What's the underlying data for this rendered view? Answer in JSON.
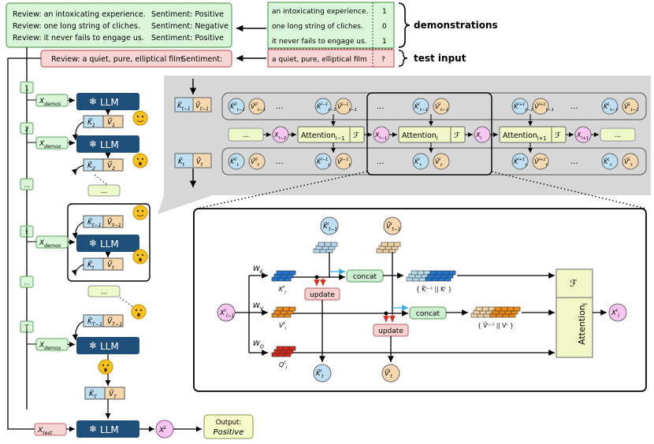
{
  "demos": {
    "lines": [
      {
        "review": "Review: an intoxicating experience.",
        "sentiment": "Sentiment: Positive"
      },
      {
        "review": "Review: one long string of cliches.",
        "sentiment": "Sentiment: Negative"
      },
      {
        "review": "Review: it never fails to engage us.",
        "sentiment": "Sentiment: Positive"
      }
    ],
    "table_rows": [
      {
        "text": "an intoxicating experience.",
        "label": "1"
      },
      {
        "text": "one long string of cliches.",
        "label": "0"
      },
      {
        "text": "it never fails to engage us.",
        "label": "1"
      }
    ],
    "brace_label": "demonstrations"
  },
  "test": {
    "line_review": "Review: a quiet, pure, elliptical film",
    "line_sentiment": "Sentiment:",
    "table_text": "a quiet, pure, elliptical film",
    "table_label": "?",
    "brace_label": "test input"
  },
  "left_chain": {
    "step_labels": [
      "1",
      "2",
      "...",
      "t",
      "...",
      "T"
    ],
    "xdemos": "X",
    "xdemos_sub": "demos",
    "llm_label": "LLM",
    "dots_label": "...",
    "xtest": "X",
    "xtest_sub": "test",
    "xL": "X",
    "xL_sup": "L",
    "output_label": "Output:",
    "output_value": "Positive",
    "snowflake": "❄"
  },
  "layer_strip": {
    "dots": "...",
    "attn_prev": "Attention",
    "attn_prev_sub": "l−1",
    "attn_cur": "Attention",
    "attn_cur_sub": "l",
    "attn_next": "Attention",
    "attn_next_sub": "l+1",
    "f_symbol": "ℱ"
  },
  "detail": {
    "wk": "W",
    "wk_sub": "K",
    "wv": "W",
    "wv_sub": "V",
    "wq": "W",
    "wq_sub": "Q",
    "k_label": "K",
    "v_label": "V",
    "q_label": "Q",
    "concat_label": "concat",
    "update_label": "update",
    "attn_label": "Attention",
    "attn_sub": "l",
    "f_symbol": "ℱ",
    "concat_k_caption": "{ K̃ᵗ⁻¹ || Kᵗ }",
    "concat_v_caption": "{ Ṽᵗ⁻¹ || Vᵗ }"
  },
  "colors": {
    "demo_fill": "#d9f6d9",
    "demo_stroke": "#5aa05a",
    "test_fill": "#f9d6d6",
    "test_stroke": "#c76464",
    "llm_fill": "#1f4f78",
    "k_fill": "#bfe0f2",
    "v_fill": "#f5d8ae",
    "x_fill": "#f7c7f2",
    "attn_fill": "#f2f7c8",
    "gray_panel": "#d7d7d7",
    "blue_block": "#1f77d6",
    "orange_block": "#ef8b16",
    "red_block": "#d5261b",
    "concat_fill": "#cdeed0",
    "update_fill": "#f7d0d0"
  }
}
